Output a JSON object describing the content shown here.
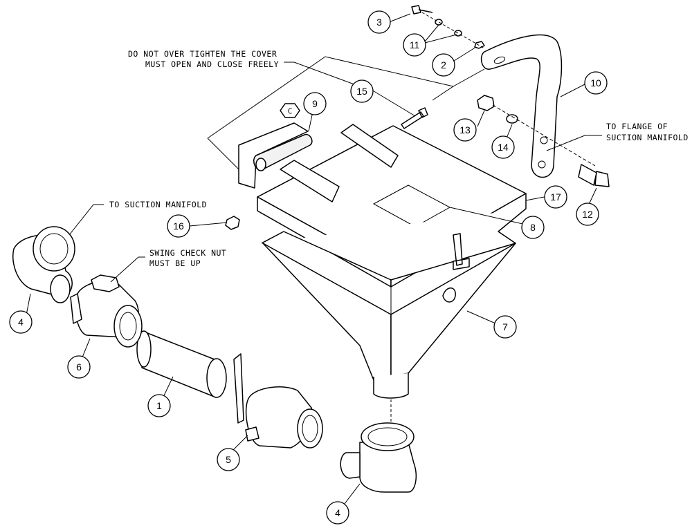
{
  "notes": {
    "cover_line1": "DO NOT OVER TIGHTEN THE COVER",
    "cover_line2": "MUST OPEN AND CLOSE FREELY",
    "flange_line1": "TO FLANGE OF",
    "flange_line2": "SUCTION MANIFOLD",
    "suction_manifold": "TO SUCTION MANIFOLD",
    "swing_line1": "SWING CHECK NUT",
    "swing_line2": "MUST BE UP"
  },
  "hex_label": "C",
  "callouts": [
    "1",
    "2",
    "3",
    "4",
    "4",
    "5",
    "6",
    "7",
    "8",
    "9",
    "10",
    "11",
    "12",
    "13",
    "14",
    "15",
    "16",
    "17"
  ]
}
